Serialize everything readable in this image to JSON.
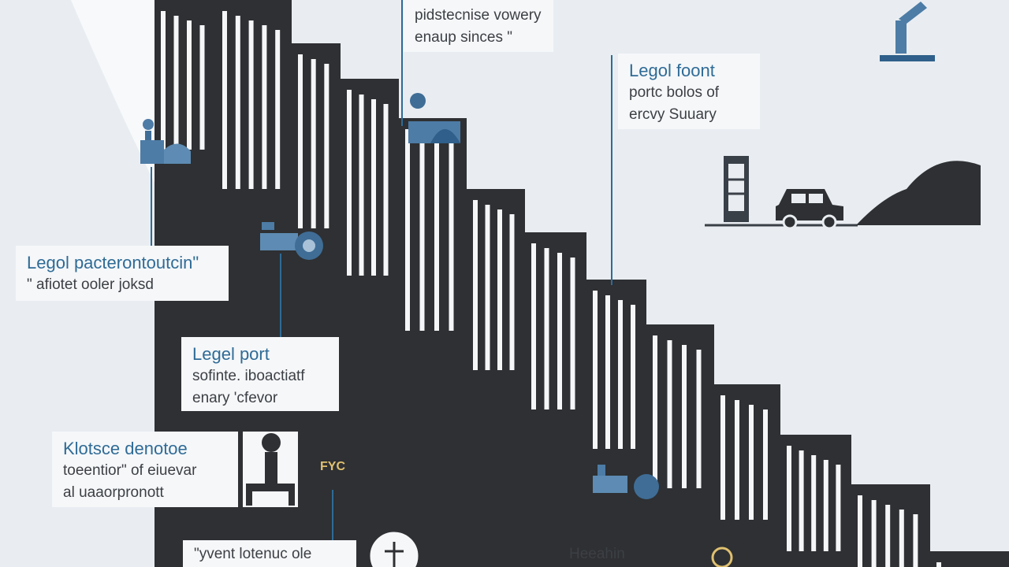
{
  "callouts": {
    "top_center": {
      "lines": [
        "pidstecnise vowery",
        "enaup sinces \""
      ]
    },
    "top_right": {
      "title": "Legol foont",
      "lines": [
        "portc bolos of",
        "ercvy Suuary"
      ]
    },
    "left_upper": {
      "title": "Legol pacterontoutcin\"",
      "lines": [
        "\" afiotet ooler joksd"
      ]
    },
    "left_middle": {
      "title": "Legel port",
      "lines": [
        "sofinte. iboactiatf",
        "enary 'cfevor"
      ]
    },
    "left_lower": {
      "title": "Klotsce denotoe",
      "lines": [
        "toeentior\" of eiuevar",
        "al uaaorpronott"
      ]
    },
    "bottom_left": {
      "lines": [
        "\"yvent lotenuc ole"
      ]
    },
    "bottom_center": {
      "lines": [
        "Heeahin"
      ]
    },
    "badge": {
      "text": "FYC"
    }
  },
  "colors": {
    "background": "#e9edf1",
    "wall": "#2e3033",
    "wall_slat": "#f4f6f8",
    "accent_blue": "#2f6b96",
    "icon_blue": "#4d7ca6",
    "river": "#ffffff",
    "water_accent": "#4fa7d8"
  }
}
